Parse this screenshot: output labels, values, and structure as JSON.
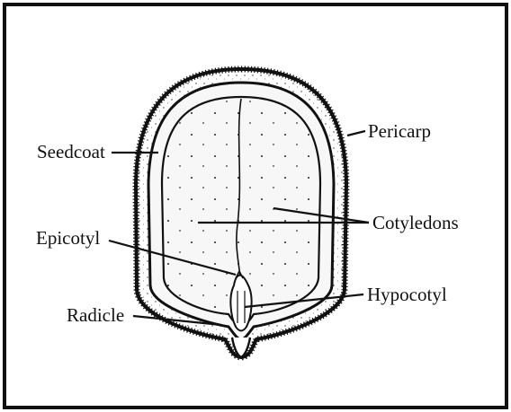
{
  "diagram": {
    "labels": {
      "seedcoat": "Seedcoat",
      "pericarp": "Pericarp",
      "cotyledons": "Cotyledons",
      "epicotyl": "Epicotyl",
      "hypocotyl": "Hypocotyl",
      "radicle": "Radicle"
    }
  },
  "colors": {
    "ink": "#111111",
    "paper": "#ffffff"
  }
}
